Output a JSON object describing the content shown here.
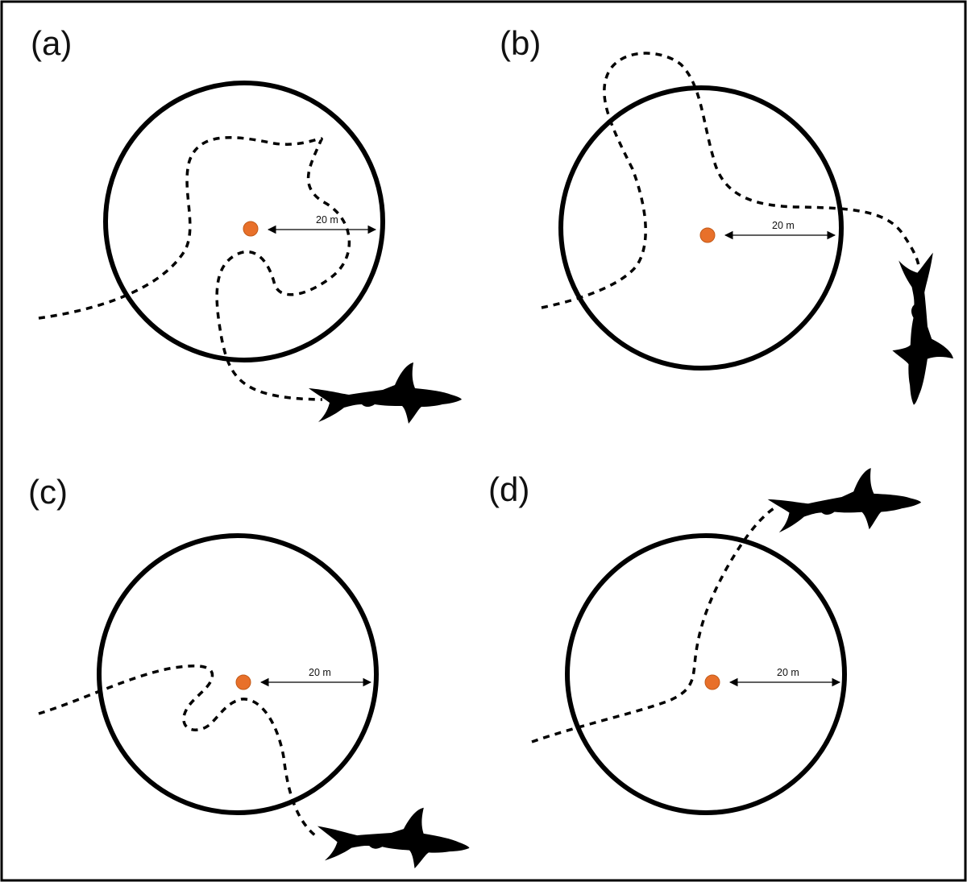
{
  "panels": [
    {
      "id": "a",
      "label": "(a)",
      "distance_label": "20 m",
      "bait_color": "#e8702a"
    },
    {
      "id": "b",
      "label": "(b)",
      "distance_label": "20 m",
      "bait_color": "#e8702a"
    },
    {
      "id": "c",
      "label": "(c)",
      "distance_label": "20 m",
      "bait_color": "#e8702a"
    },
    {
      "id": "d",
      "label": "(d)",
      "distance_label": "20 m",
      "bait_color": "#e8702a"
    }
  ],
  "icons": {
    "animal": "shark-silhouette-icon",
    "bait": "bait-dot-icon"
  }
}
